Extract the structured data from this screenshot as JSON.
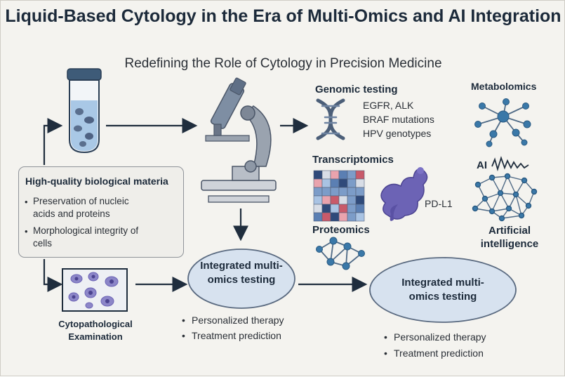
{
  "title": "Liquid-Based Cytology in the Era of Multi-Omics and AI Integration",
  "subtitle": "Redefining the Role of Cytology in Precision Medicine",
  "biomaterial_box": {
    "title": "High-quality biological materia",
    "bullet_1": "Preservation of nucleic acids and proteins",
    "bullet_2": "Morphological integrity of cells"
  },
  "cytopath": {
    "label": "Cytopathological Examination"
  },
  "genomic": {
    "title": "Genomic testing",
    "items": [
      "EGFR, ALK",
      "BRAF mutations",
      "HPV genotypes"
    ]
  },
  "metabolomics": {
    "title": "Metabolomics"
  },
  "transcriptomics": {
    "title": "Transcriptomics"
  },
  "pdl1": {
    "label": "PD-L1"
  },
  "ai_wave": {
    "label": "AI"
  },
  "ai_label": "Artificial intelligence",
  "proteomics": {
    "title": "Proteomics"
  },
  "integrated_center": {
    "label": "Integrated multi-omics testing",
    "bullets": [
      "Personalized therapy",
      "Treatment prediction"
    ]
  },
  "integrated_right": {
    "label": "Integrated multi-omics testing",
    "bullets": [
      "Personalized therapy",
      "Treatment prediction"
    ]
  },
  "colors": {
    "navy": "#1f2d3d",
    "tube_liquid": "#a9c8e6",
    "dna": "#4b5e78",
    "network_node": "#3a78a8",
    "protein": "#6c63b5",
    "ellipse_fill": "#d7e2ef"
  }
}
